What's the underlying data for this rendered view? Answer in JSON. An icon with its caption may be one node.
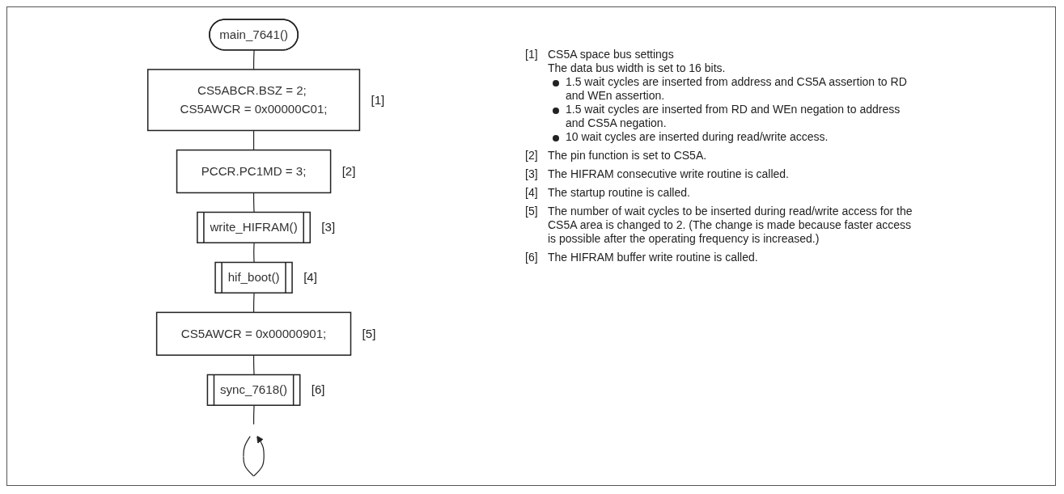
{
  "diagram": {
    "nodes": [
      {
        "text": [
          "main_7641()"
        ]
      },
      {
        "text": [
          "CS5ABCR.BSZ = 2; CS5AWCR = 0x00000C01;"
        ],
        "beside": [
          "[1]"
        ]
      },
      {
        "text": [
          "PCCR.PC1MD = 3;"
        ],
        "beside": [
          "[2]"
        ]
      },
      {
        "text": [
          "write_HIFRAM()"
        ],
        "beside": [
          "[3]"
        ]
      },
      {
        "text": [
          "hif_boot()"
        ],
        "beside": [
          "[4]"
        ]
      },
      {
        "text": [
          "CS5AWCR = 0x00000901;"
        ],
        "beside": [
          "[5]"
        ]
      },
      {
        "text": [
          "sync_7618()"
        ],
        "beside": [
          "[6]"
        ]
      },
      {
        "text": [],
        "shape": "circle"
      }
    ],
    "edges": [
      {
        "from": 0,
        "to": 1,
        "arrow": "none"
      },
      {
        "from": 1,
        "to": 2,
        "arrow": "none"
      },
      {
        "from": 2,
        "to": 3,
        "arrow": "none"
      },
      {
        "from": 3,
        "to": 4,
        "arrow": "none"
      },
      {
        "from": 4,
        "to": 5,
        "arrow": "none"
      },
      {
        "from": 5,
        "to": 6,
        "arrow": "none"
      },
      {
        "from": 6,
        "to": 7,
        "arrow": "none"
      },
      {
        "from": 7,
        "to": 7,
        "arrow": "to"
      }
    ],
    "labels": [
      "[1]",
      "CS5A space bus settings",
      "The data bus width is set to 16 bits.",
      "1.5 wait cycles are inserted from address and CS5A assertion to RD and WEn assertion.",
      "1.5 wait cycles are inserted from RD and WEn negation to address and CS5A negation.",
      "10 wait cycles are inserted during read/write access.",
      "[2]",
      "The pin function is set to CS5A.",
      "[3]",
      "The HIFRAM consecutive write routine is called.",
      "[4]",
      "The startup routine is called.",
      "[5]",
      "The number of wait cycles to be inserted during read/write access for the CS5A area is changed to 2. (The change is made because faster access is possible after the operating frequency is increased.)",
      "[6]",
      "The HIFRAM buffer write routine is called."
    ]
  }
}
